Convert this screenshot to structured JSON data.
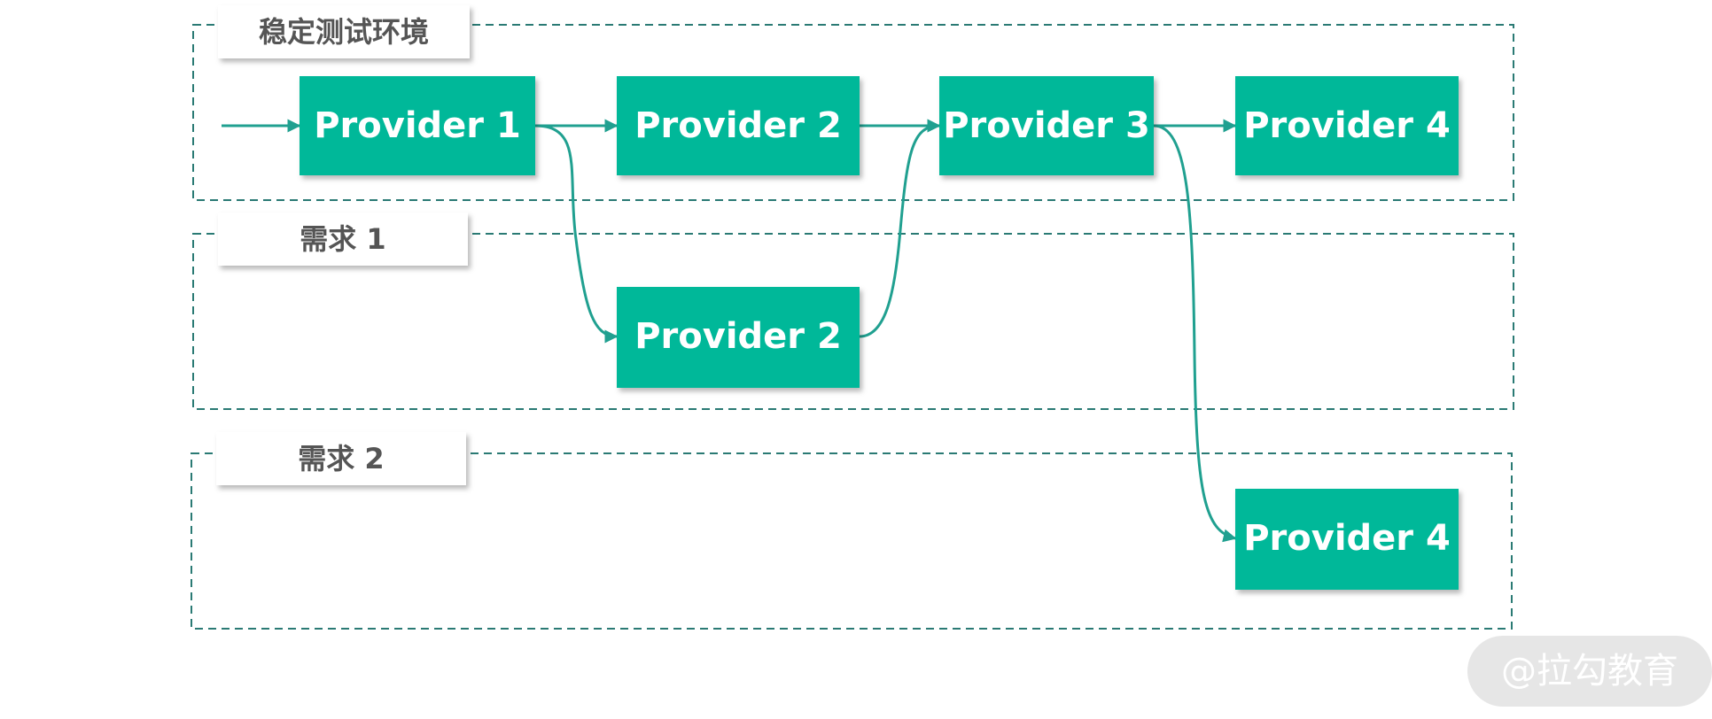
{
  "colors": {
    "node_fill": "#00b899",
    "edge": "#20a090",
    "lane_border": "#2a7a74",
    "tag_text": "#555555",
    "watermark_bg": "#e6e6e6"
  },
  "lanes": [
    {
      "id": "lane-stable",
      "label": "稳定测试环境"
    },
    {
      "id": "lane-req1",
      "label": "需求 1"
    },
    {
      "id": "lane-req2",
      "label": "需求 2"
    }
  ],
  "nodes": [
    {
      "id": "stable-p1",
      "lane": "lane-stable",
      "label": "Provider 1"
    },
    {
      "id": "stable-p2",
      "lane": "lane-stable",
      "label": "Provider 2"
    },
    {
      "id": "stable-p3",
      "lane": "lane-stable",
      "label": "Provider 3"
    },
    {
      "id": "stable-p4",
      "lane": "lane-stable",
      "label": "Provider 4"
    },
    {
      "id": "req1-p2",
      "lane": "lane-req1",
      "label": "Provider 2"
    },
    {
      "id": "req2-p4",
      "lane": "lane-req2",
      "label": "Provider 4"
    }
  ],
  "edges": [
    {
      "from": "entry",
      "to": "stable-p1"
    },
    {
      "from": "stable-p1",
      "to": "stable-p2"
    },
    {
      "from": "stable-p2",
      "to": "stable-p3"
    },
    {
      "from": "stable-p3",
      "to": "stable-p4"
    },
    {
      "from": "stable-p1",
      "to": "req1-p2"
    },
    {
      "from": "req1-p2",
      "to": "stable-p3"
    },
    {
      "from": "stable-p3",
      "to": "req2-p4"
    }
  ],
  "watermark": "@拉勾教育"
}
